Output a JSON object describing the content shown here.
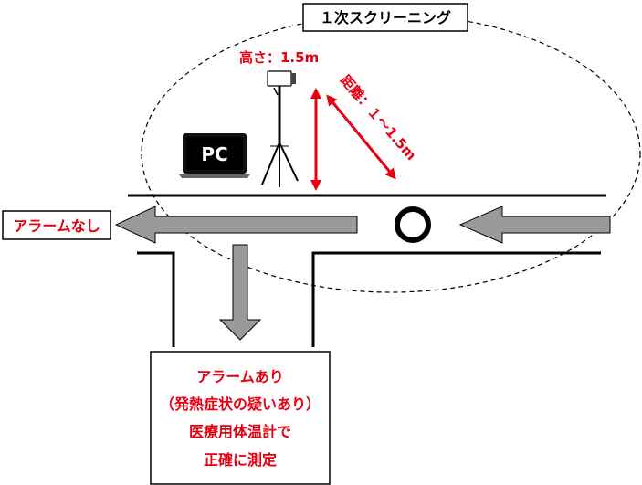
{
  "title": "１次スクリーニング",
  "height_label": "高さ：1.5m",
  "distance_label": "距離：１～1.5m",
  "pc_label": "PC",
  "no_alarm_label": "アラームなし",
  "alarm_box": {
    "line1": "アラームあり",
    "line2": "（発熱症状の疑いあり）",
    "line3": "医療用体温計で",
    "line4": "正確に測定"
  },
  "colors": {
    "accent_red": "#e60012",
    "arrow_gray": "#9a9a9a",
    "line_black": "#000000"
  },
  "icons": [
    "laptop-icon",
    "thermal-camera-icon",
    "tripod-icon",
    "person-marker-icon"
  ]
}
